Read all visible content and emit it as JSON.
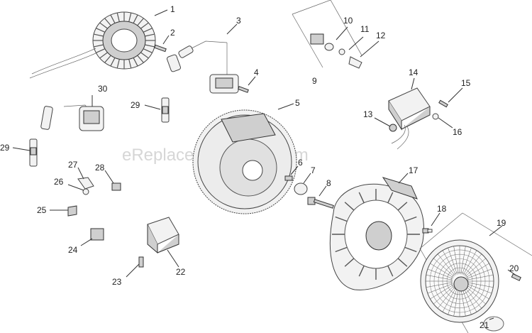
{
  "watermark": "eReplacementParts.com",
  "callouts": [
    "1",
    "2",
    "3",
    "4",
    "5",
    "6",
    "7",
    "8",
    "9",
    "10",
    "11",
    "12",
    "13",
    "14",
    "15",
    "16",
    "17",
    "18",
    "19",
    "20",
    "21",
    "22",
    "23",
    "24",
    "25",
    "26",
    "27",
    "28",
    "29",
    "29",
    "30"
  ]
}
